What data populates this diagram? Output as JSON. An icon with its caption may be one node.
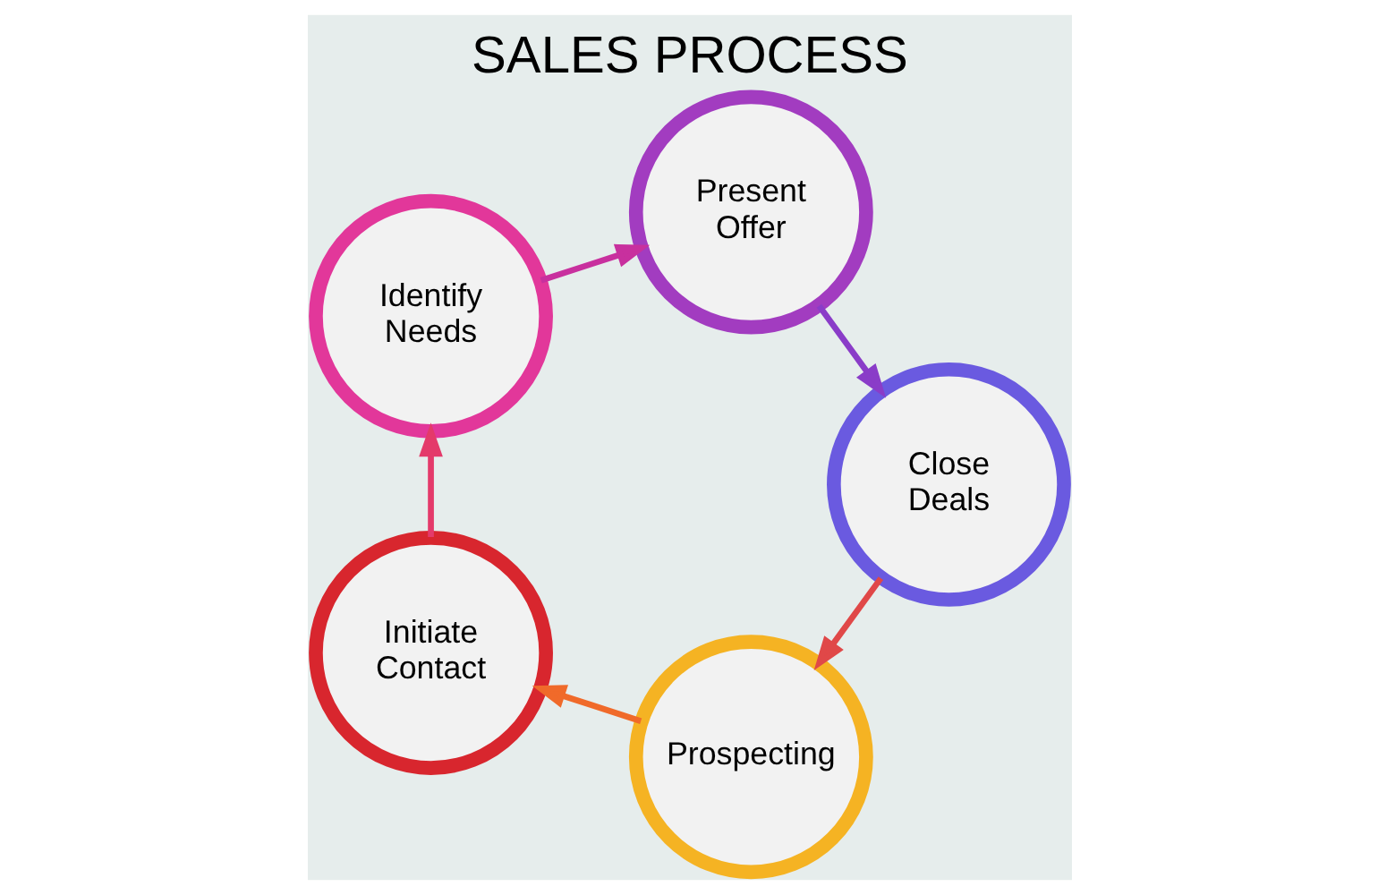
{
  "diagram": {
    "title": "SALES PROCESS",
    "nodes": [
      {
        "text": [
          "Prospecting"
        ]
      },
      {
        "text": [
          "Initiate Contact"
        ]
      },
      {
        "text": [
          "Identify Needs"
        ]
      },
      {
        "text": [
          "Present Offer"
        ]
      },
      {
        "text": [
          "Close Deals"
        ]
      }
    ],
    "edges": [
      {
        "from": 0,
        "to": 1,
        "arrow": "to",
        "color": "#f06a2a"
      },
      {
        "from": 1,
        "to": 2,
        "arrow": "to",
        "color": "#e43a6a"
      },
      {
        "from": 2,
        "to": 3,
        "arrow": "to",
        "color": "#c8309e"
      },
      {
        "from": 3,
        "to": 4,
        "arrow": "to",
        "color": "#8a3cc8"
      },
      {
        "from": 4,
        "to": 0,
        "arrow": "to",
        "color": "#e04848"
      }
    ]
  }
}
